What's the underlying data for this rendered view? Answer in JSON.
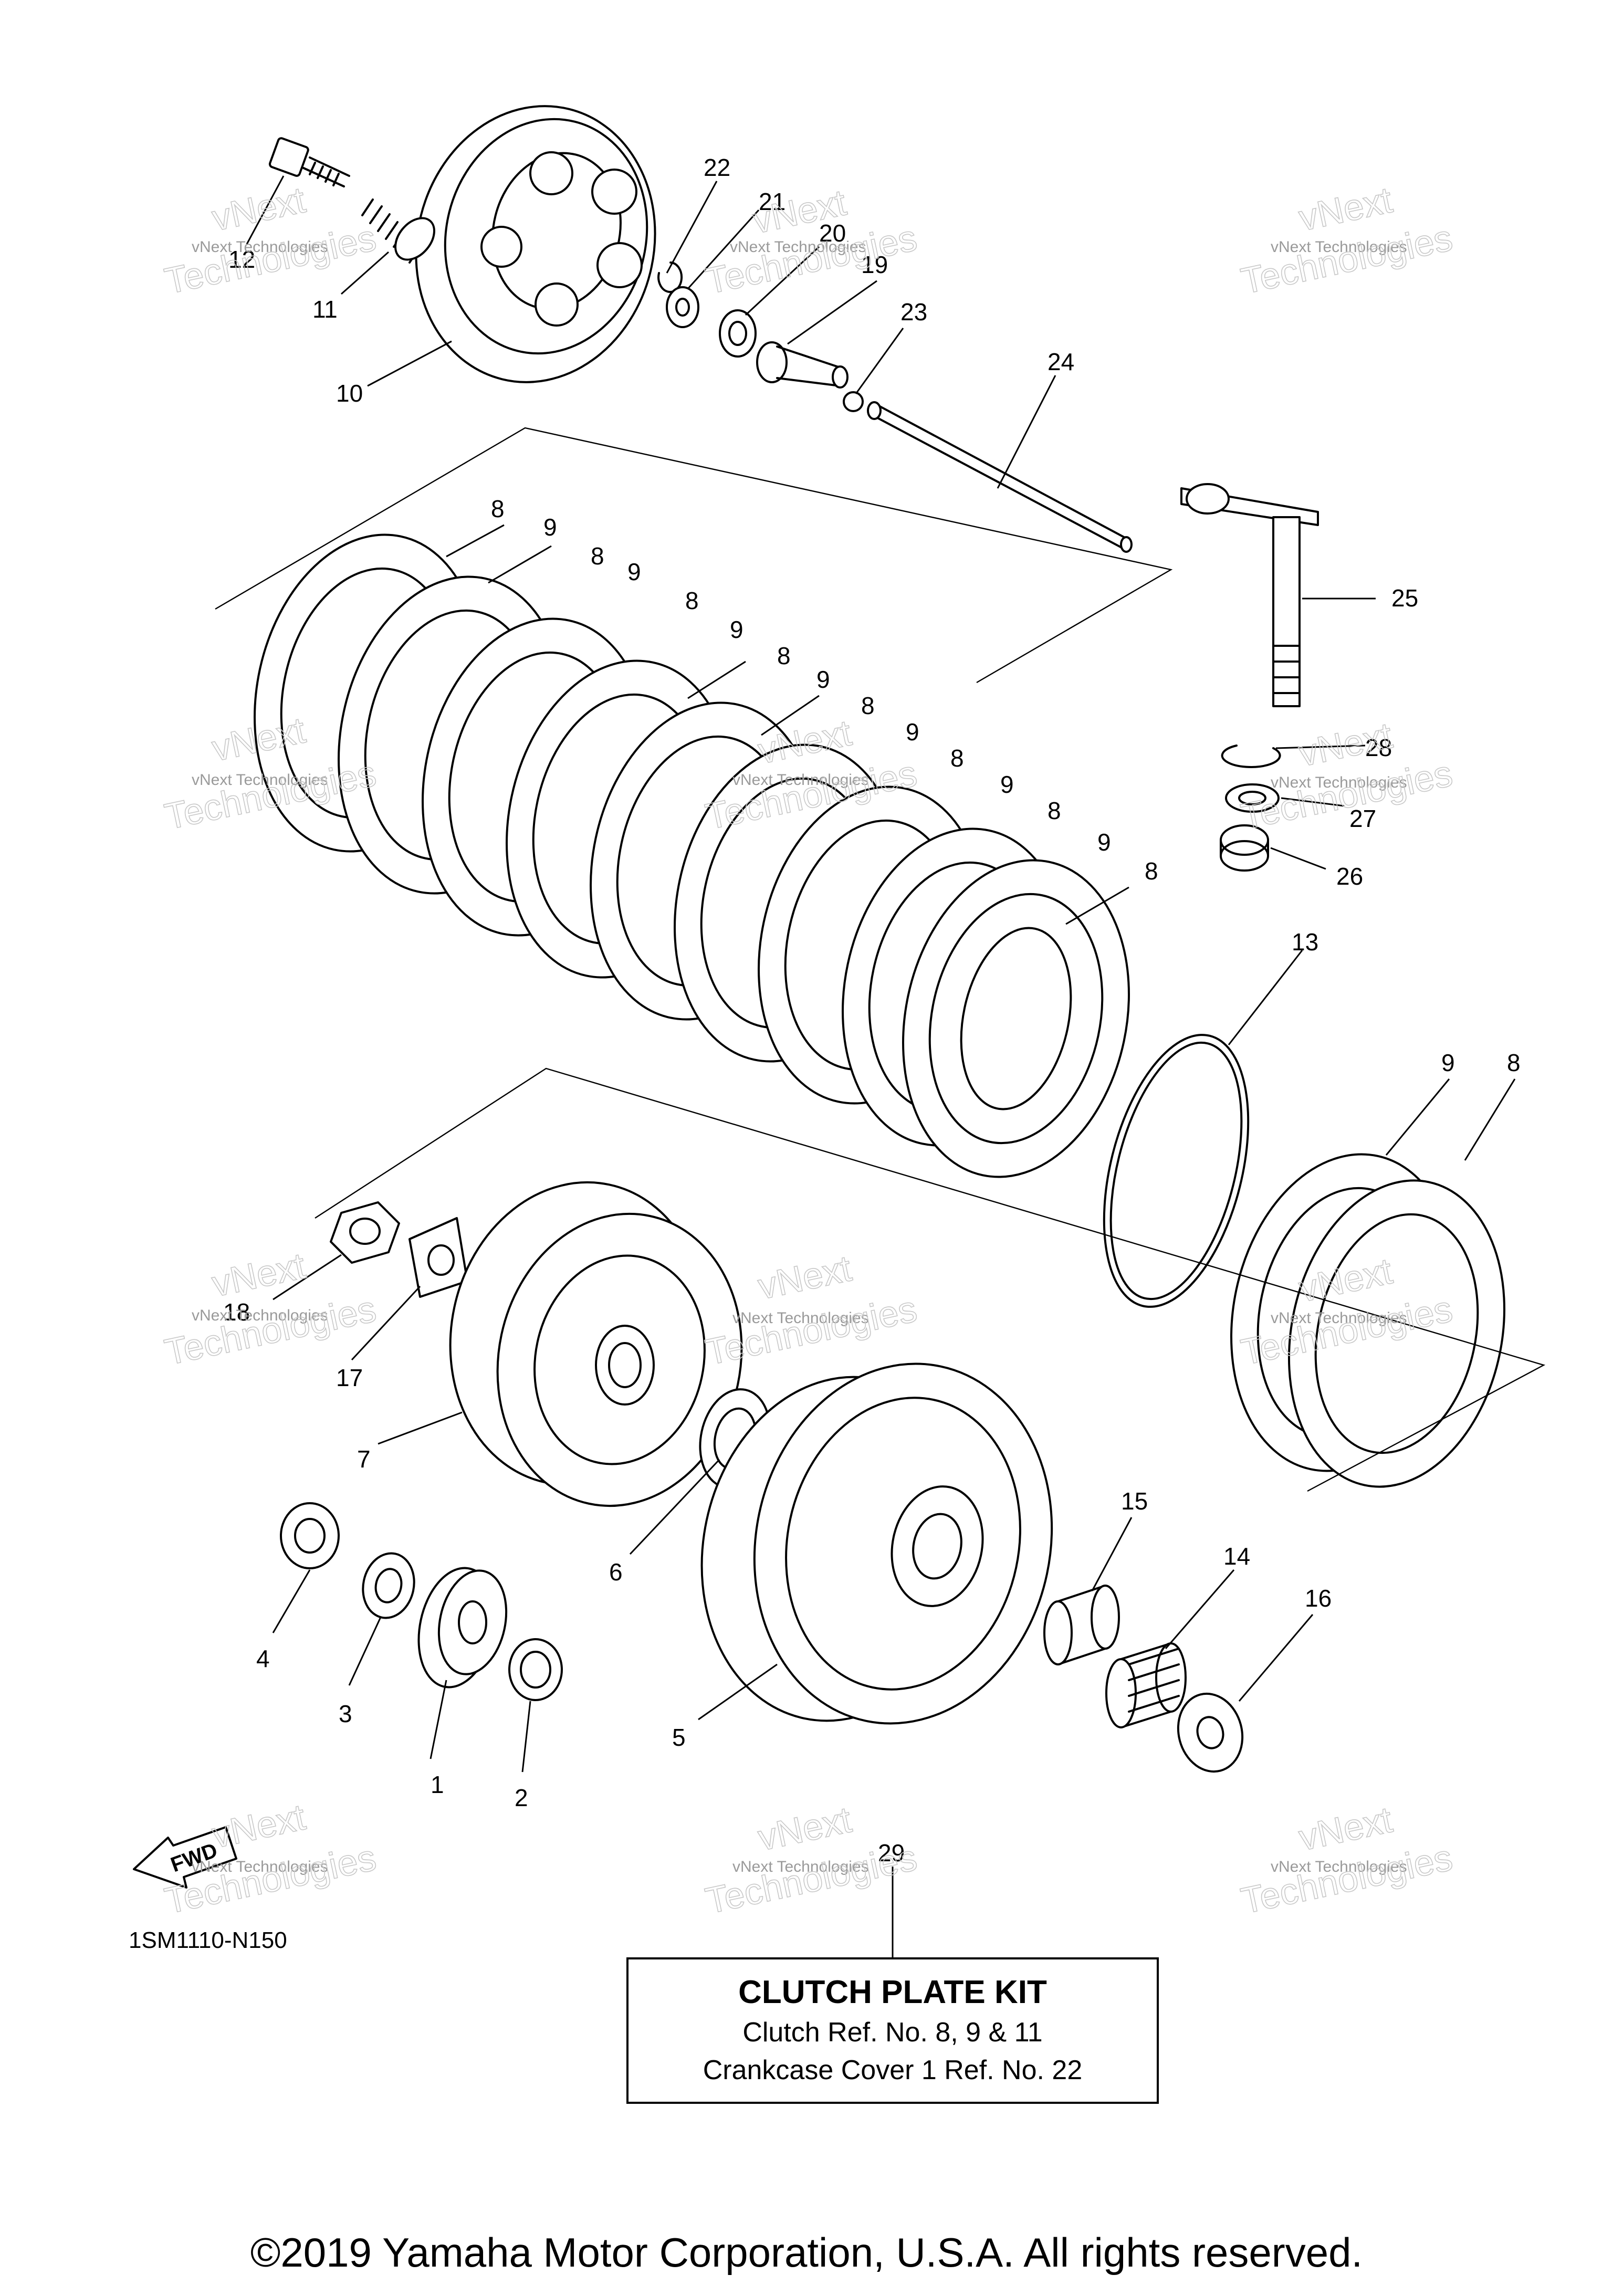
{
  "diagram": {
    "diagram_code": "1SM1110-N150",
    "fwd_label": "FWD",
    "callouts": [
      "1",
      "2",
      "3",
      "4",
      "5",
      "6",
      "7",
      "8",
      "9",
      "10",
      "11",
      "12",
      "13",
      "14",
      "15",
      "16",
      "17",
      "18",
      "19",
      "20",
      "21",
      "22",
      "23",
      "24",
      "25",
      "26",
      "27",
      "28",
      "29"
    ],
    "kit_box": {
      "title": "CLUTCH PLATE KIT",
      "line1": "Clutch Ref. No. 8, 9 & 11",
      "line2": "Crankcase Cover 1 Ref. No. 22"
    },
    "watermark": {
      "line1": "vNext Technologies",
      "outline_top": "vNext",
      "outline_bottom": "Technologies"
    },
    "copyright": "©2019 Yamaha Motor Corporation, U.S.A. All rights reserved."
  }
}
